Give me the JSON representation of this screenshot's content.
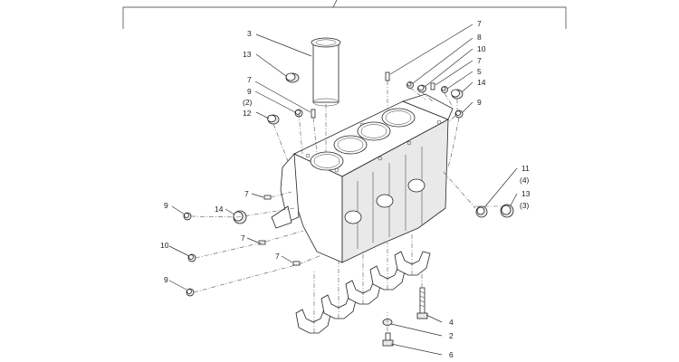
{
  "callouts": [
    {
      "id": "c-3",
      "text": "3"
    },
    {
      "id": "c-13-top",
      "text": "13"
    },
    {
      "id": "c-7-left-top",
      "text": "7"
    },
    {
      "id": "c-9-left-top",
      "text": "9"
    },
    {
      "id": "c-2-qty",
      "text": "(2)"
    },
    {
      "id": "c-12",
      "text": "12"
    },
    {
      "id": "c-7-rt1",
      "text": "7"
    },
    {
      "id": "c-8",
      "text": "8"
    },
    {
      "id": "c-10-rt",
      "text": "10"
    },
    {
      "id": "c-7-rt2",
      "text": "7"
    },
    {
      "id": "c-5",
      "text": "5"
    },
    {
      "id": "c-14-rt",
      "text": "14"
    },
    {
      "id": "c-9-rt",
      "text": "9"
    },
    {
      "id": "c-11",
      "text": "11"
    },
    {
      "id": "c-4-qty",
      "text": "(4)"
    },
    {
      "id": "c-13-rt",
      "text": "13"
    },
    {
      "id": "c-3-qty",
      "text": "(3)"
    },
    {
      "id": "c-7-mid1",
      "text": "7"
    },
    {
      "id": "c-9-left1",
      "text": "9"
    },
    {
      "id": "c-14-left",
      "text": "14"
    },
    {
      "id": "c-7-mid2",
      "text": "7"
    },
    {
      "id": "c-10-left",
      "text": "10"
    },
    {
      "id": "c-7-mid3",
      "text": "7"
    },
    {
      "id": "c-9-left2",
      "text": "9"
    },
    {
      "id": "c-4-bot",
      "text": "4"
    },
    {
      "id": "c-2-bot",
      "text": "2"
    },
    {
      "id": "c-6",
      "text": "6"
    }
  ]
}
